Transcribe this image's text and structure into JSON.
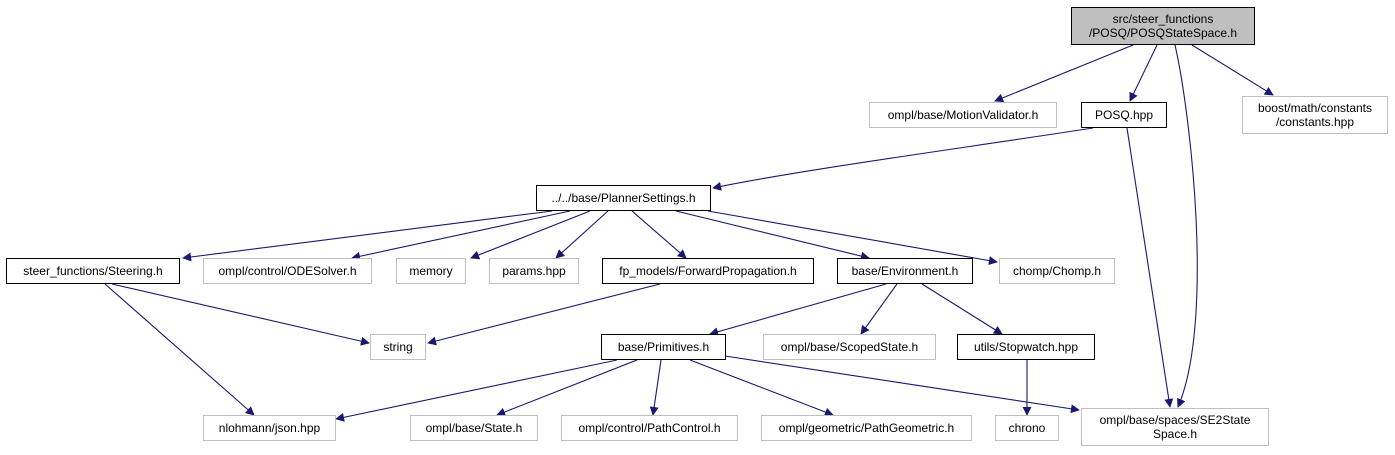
{
  "colors": {
    "edge": "#191970",
    "internal_border": "#000000",
    "external_border": "#bfbfbf",
    "root_fill": "#bfbfbf"
  },
  "nodes": {
    "root": [
      "src/steer_functions",
      "/POSQ/POSQStateSpace.h"
    ],
    "motion_validator": [
      "ompl/base/MotionValidator.h"
    ],
    "posq": [
      "POSQ.hpp"
    ],
    "boost_constants": [
      "boost/math/constants",
      "/constants.hpp"
    ],
    "planner_settings": [
      "../../base/PlannerSettings.h"
    ],
    "steering": [
      "steer_functions/Steering.h"
    ],
    "ode_solver": [
      "ompl/control/ODESolver.h"
    ],
    "memory": [
      "memory"
    ],
    "params": [
      "params.hpp"
    ],
    "forward_propagation": [
      "fp_models/ForwardPropagation.h"
    ],
    "environment": [
      "base/Environment.h"
    ],
    "chomp": [
      "chomp/Chomp.h"
    ],
    "string": [
      "string"
    ],
    "primitives": [
      "base/Primitives.h"
    ],
    "scoped_state": [
      "ompl/base/ScopedState.h"
    ],
    "stopwatch": [
      "utils/Stopwatch.hpp"
    ],
    "json": [
      "nlohmann/json.hpp"
    ],
    "state": [
      "ompl/base/State.h"
    ],
    "path_control": [
      "ompl/control/PathControl.h"
    ],
    "path_geometric": [
      "ompl/geometric/PathGeometric.h"
    ],
    "chrono": [
      "chrono"
    ],
    "se2": [
      "ompl/base/spaces/SE2State",
      "Space.h"
    ]
  }
}
